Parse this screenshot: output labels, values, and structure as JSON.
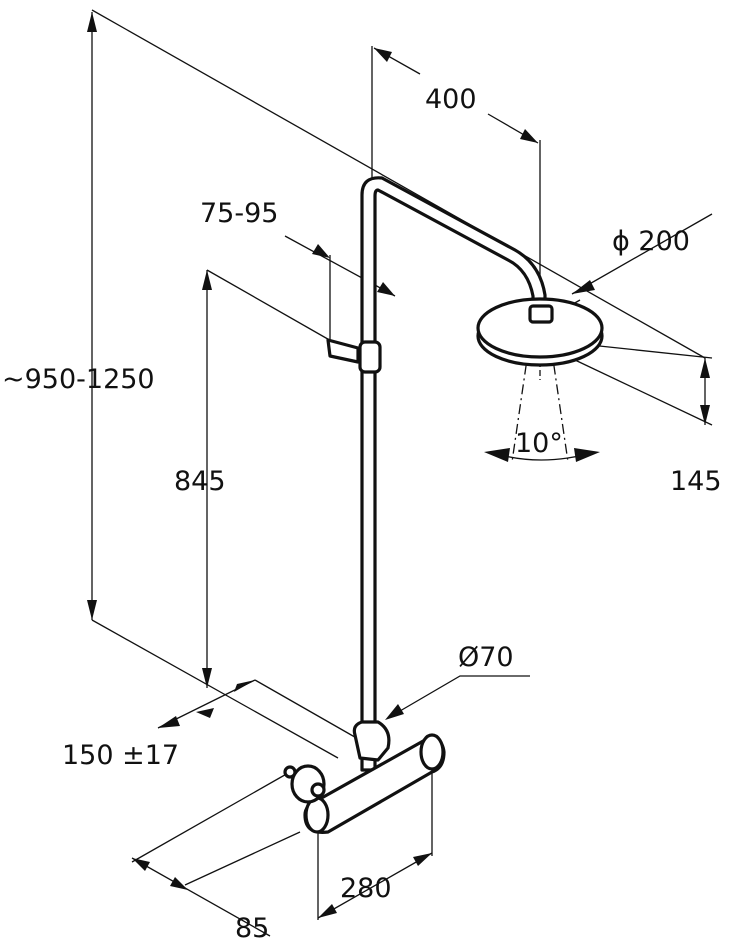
{
  "diagram": {
    "type": "technical dimension drawing of shower column",
    "units": "mm",
    "dimensions": {
      "arm_projection": "400",
      "hand_shower_holder": "75-95",
      "head_diameter": "ϕ 200",
      "total_height": "~950-1250",
      "holder_height": "845",
      "head_height": "145",
      "spray_angle": "10°",
      "pipe_diameter": "Ø70",
      "wall_distance": "150 ±17",
      "mixer_width": "280",
      "mixer_depth": "85"
    },
    "colors": {
      "line": "#111111",
      "background": "#ffffff"
    }
  }
}
